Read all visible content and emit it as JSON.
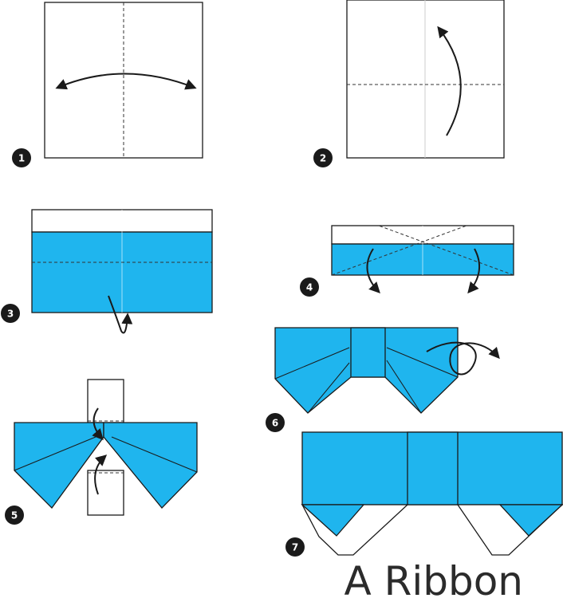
{
  "title": "A Ribbon",
  "colors": {
    "paper_blue": "#1fb5ee",
    "paper_white": "#ffffff",
    "outline": "#1a1a1a",
    "crease": "#333333",
    "badge": "#1a1a1a"
  },
  "steps": [
    {
      "label": "1"
    },
    {
      "label": "2"
    },
    {
      "label": "3"
    },
    {
      "label": "4"
    },
    {
      "label": "5"
    },
    {
      "label": "6"
    },
    {
      "label": "7"
    }
  ]
}
